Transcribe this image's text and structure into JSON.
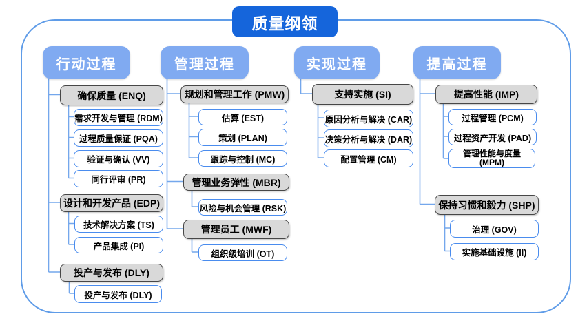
{
  "title": "质量纲领",
  "columns": [
    {
      "header": "行动过程",
      "groups": [
        {
          "label": "确保质量 (ENQ)",
          "children": [
            "需求开发与管理 (RDM)",
            "过程质量保证 (PQA)",
            "验证与确认 (VV)",
            "同行评审 (PR)"
          ]
        },
        {
          "label": "设计和开发产品 (EDP)",
          "children": [
            "技术解决方案 (TS)",
            "产品集成 (PI)"
          ]
        },
        {
          "label": "投产与发布 (DLY)",
          "children": [
            "投产与发布 (DLY)"
          ]
        }
      ]
    },
    {
      "header": "管理过程",
      "groups": [
        {
          "label": "规划和管理工作 (PMW)",
          "children": [
            "估算 (EST)",
            "策划 (PLAN)",
            "跟踪与控制 (MC)"
          ]
        },
        {
          "label": "管理业务弹性 (MBR)",
          "children": [
            "风险与机会管理 (RSK)"
          ]
        },
        {
          "label": "管理员工 (MWF)",
          "children": [
            "组织级培训 (OT)"
          ]
        }
      ]
    },
    {
      "header": "实现过程",
      "groups": [
        {
          "label": "支持实施 (SI)",
          "children": [
            "原因分析与解决 (CAR)",
            "决策分析与解决 (DAR)",
            "配置管理 (CM)"
          ]
        }
      ]
    },
    {
      "header": "提高过程",
      "groups": [
        {
          "label": "提高性能 (IMP)",
          "children": [
            "过程管理 (PCM)",
            "过程资产开发 (PAD)",
            "管理性能与度量 (MPM)"
          ]
        },
        {
          "label": "保持习惯和毅力 (SHP)",
          "children": [
            "治理 (GOV)",
            "实施基础设施 (II)"
          ]
        }
      ]
    }
  ],
  "colors": {
    "title_bg": "#1565db",
    "header_bg": "#80aaf1",
    "gray_fill": "#d9d9d9",
    "gray_border": "#474747",
    "white_box_border": "#4a8cee",
    "connector": "#74a7ec",
    "frame_border": "#5f9ce8",
    "text_on_blue": "#ffffff",
    "text_on_box": "#000000"
  }
}
